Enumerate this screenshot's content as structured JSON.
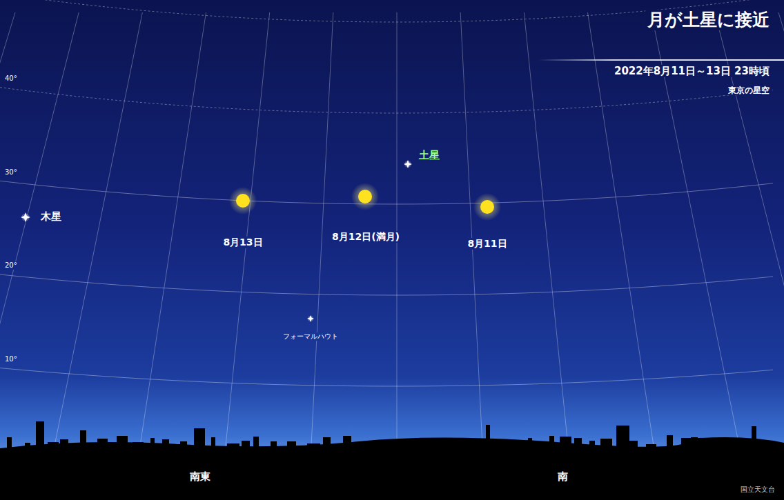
{
  "diagram": {
    "title": "月が土星に接近",
    "labels": [
      "2022年8月11日～13日 23時頃",
      "東京の星空",
      "40°",
      "30°",
      "20°",
      "10°",
      "土星",
      "木星",
      "8月13日",
      "8月12日(満月)",
      "8月11日",
      "フォーマルハウト",
      "南東",
      "南",
      "国立天文台"
    ]
  }
}
